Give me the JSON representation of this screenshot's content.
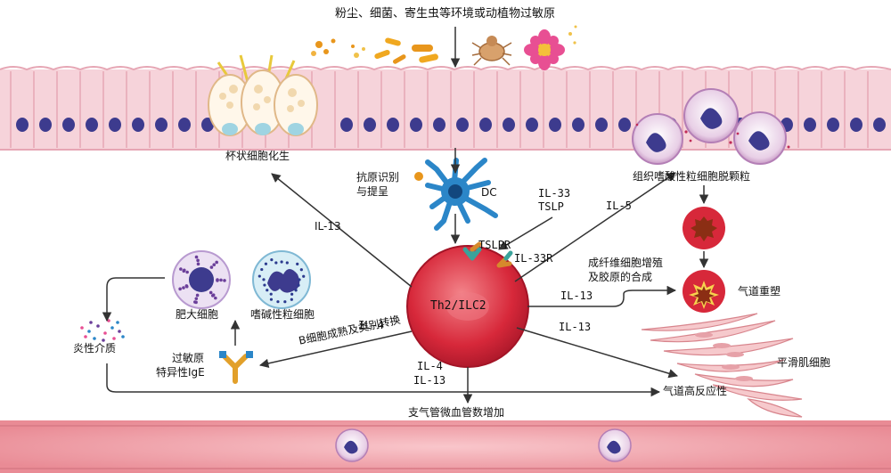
{
  "title": "粉尘、细菌、寄生虫等环境或动植物过敏原",
  "cells": {
    "center": "Th2/ILC2",
    "dc": "DC",
    "mast": "肥大细胞",
    "basophil": "嗜碱性粒细胞",
    "smooth_muscle": "平滑肌细胞",
    "goblet": "杯状细胞化生"
  },
  "receptors": {
    "tslpr": "TSLPR",
    "il33r": "IL-33R"
  },
  "labels": {
    "antigen_line1": "抗原识别",
    "antigen_line2": "与提呈",
    "il33": "IL-33",
    "tslp": "TSLP",
    "il5": "IL-5",
    "il13_goblet": "IL-13",
    "eos_degran": "组织嗜酸性粒细胞脱颗粒",
    "fibro_line1": "成纤维细胞增殖",
    "fibro_line2": "及胶原的合成",
    "il13_remodel": "IL-13",
    "remodel": "气道重塑",
    "il13_muscle": "IL-13",
    "il4_b": "IL-4",
    "b_cell": "B细胞成熟及类别转换",
    "ige_line1": "过敏原",
    "ige_line2": "特异性IgE",
    "mediator": "炎性介质",
    "il4_vessel": "IL-4",
    "il13_vessel": "IL-13",
    "vessel": "支气管微血管数增加",
    "ahr": "气道高反应性"
  },
  "colors": {
    "epithelium": "#f6d3da",
    "epithelium_border": "#e6a6b4",
    "nucleus": "#3d3b8e",
    "th2": "#d7283a",
    "dc": "#2b86c8",
    "vessel": "#ee9aa2",
    "arrow": "#333333"
  }
}
